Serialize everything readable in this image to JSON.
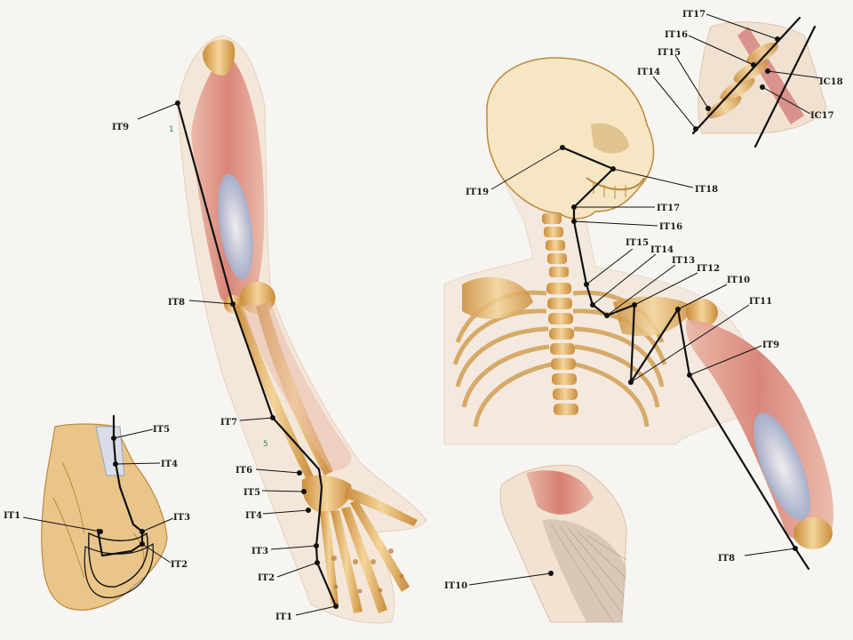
{
  "image": {
    "panels": {
      "arm": {
        "labels": {
          "IT9": "IT9",
          "IT8": "IT8",
          "IT7": "IT7",
          "IT6": "IT6",
          "IT5": "IT5",
          "IT4": "IT4",
          "IT3": "IT3",
          "IT2": "IT2",
          "IT1": "IT1"
        },
        "markers": {
          "m1": "1",
          "m5": "5"
        }
      },
      "hand": {
        "labels": {
          "IT5": "IT5",
          "IT4": "IT4",
          "IT3": "IT3",
          "IT2": "IT2",
          "IT1": "IT1"
        }
      },
      "skeleton": {
        "labels": {
          "IT19": "IT19",
          "IT18": "IT18",
          "IT17": "IT17",
          "IT16": "IT16",
          "IT15": "IT15",
          "IT14": "IT14",
          "IT13": "IT13",
          "IT12": "IT12",
          "IT10": "IT10",
          "IT11": "IT11",
          "IT9": "IT9",
          "IT8": "IT8"
        }
      },
      "neck": {
        "labels": {
          "IT17": "IT17",
          "IT16": "IT16",
          "IT15": "IT15",
          "IT14": "IT14",
          "IC18": "IC18",
          "IC17": "IC17"
        }
      },
      "shoulder": {
        "labels": {
          "IT10": "IT10"
        }
      }
    },
    "colors": {
      "bone": "#e2b46a",
      "muscle": "#c85a52",
      "tendon": "#b8c4dc",
      "skin": "#efd2b8",
      "line": "#111111"
    }
  }
}
